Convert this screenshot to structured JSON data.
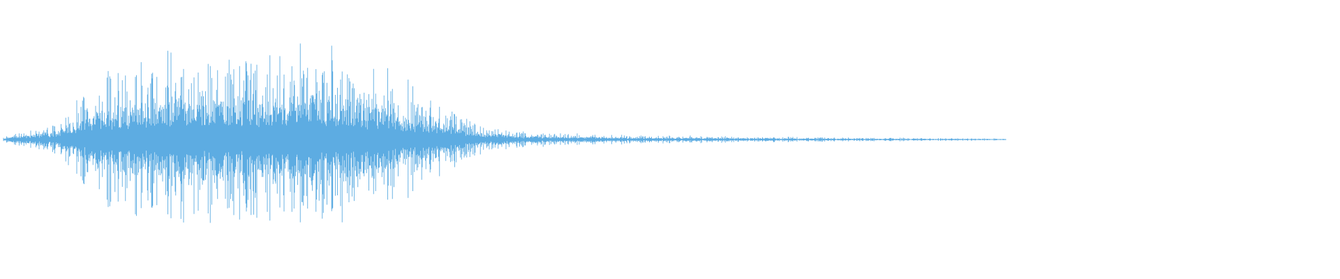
{
  "waveform": {
    "color": "#5DACE2",
    "background": "#FFFFFF",
    "envelope": [
      {
        "t": 0.0,
        "amp": 0.02
      },
      {
        "t": 0.01,
        "amp": 0.08
      },
      {
        "t": 0.03,
        "amp": 0.15
      },
      {
        "t": 0.05,
        "amp": 0.28
      },
      {
        "t": 0.06,
        "amp": 0.48
      },
      {
        "t": 0.08,
        "amp": 0.72
      },
      {
        "t": 0.11,
        "amp": 0.85
      },
      {
        "t": 0.15,
        "amp": 0.92
      },
      {
        "t": 0.19,
        "amp": 0.9
      },
      {
        "t": 0.23,
        "amp": 0.98
      },
      {
        "t": 0.265,
        "amp": 0.88
      },
      {
        "t": 0.3,
        "amp": 0.62
      },
      {
        "t": 0.33,
        "amp": 0.4
      },
      {
        "t": 0.355,
        "amp": 0.18
      },
      {
        "t": 0.38,
        "amp": 0.09
      },
      {
        "t": 0.42,
        "amp": 0.06
      },
      {
        "t": 0.5,
        "amp": 0.04
      },
      {
        "t": 0.6,
        "amp": 0.025
      },
      {
        "t": 0.7,
        "amp": 0.015
      },
      {
        "t": 0.75,
        "amp": 0.01
      }
    ],
    "extent": 0.75
  }
}
